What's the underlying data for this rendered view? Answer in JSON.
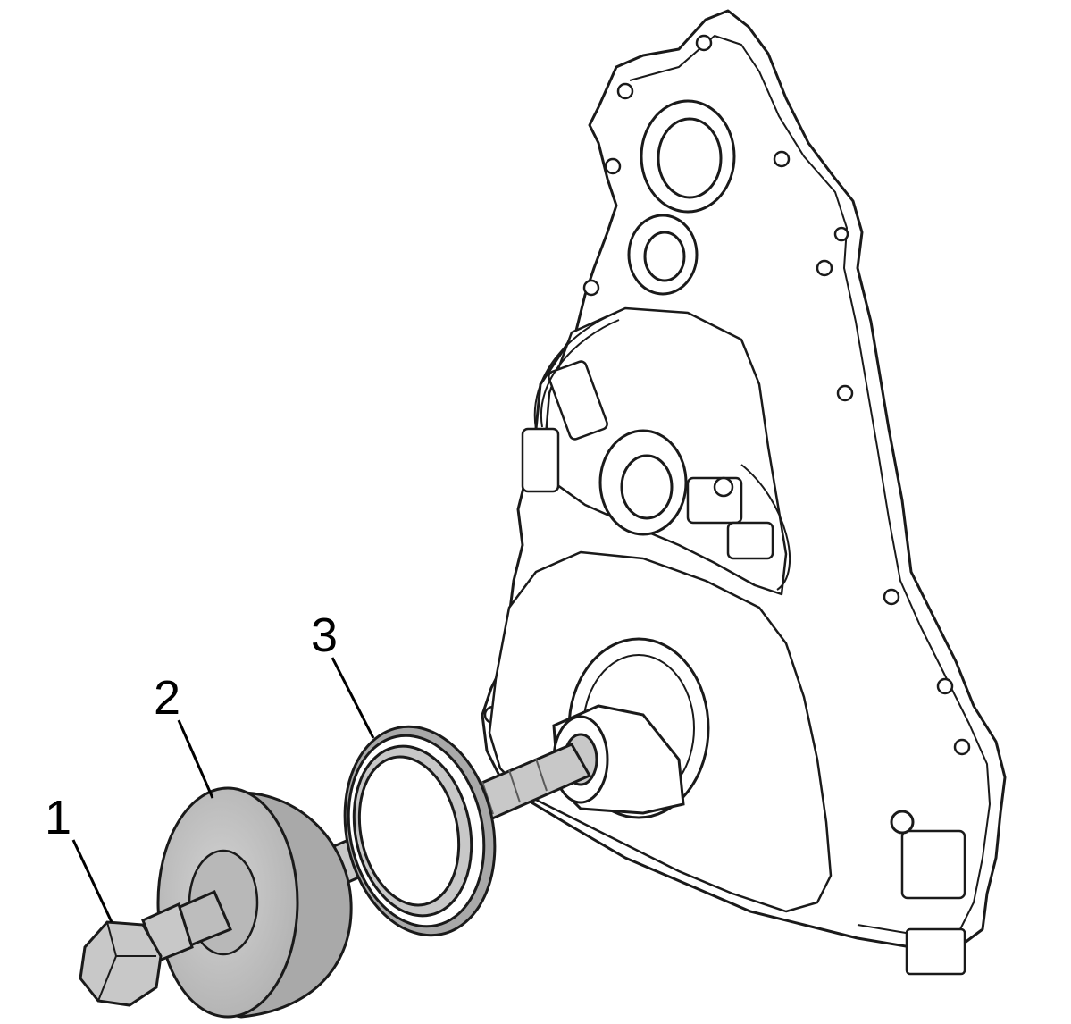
{
  "diagram": {
    "callouts": [
      {
        "id": "1",
        "label": "1"
      },
      {
        "id": "2",
        "label": "2"
      },
      {
        "id": "3",
        "label": "3"
      }
    ],
    "colors": {
      "line": "#1a1a1a",
      "tool_fill": "#c8c8c8",
      "tool_shade": "#a9a9a9",
      "part_fill": "#ffffff"
    }
  }
}
